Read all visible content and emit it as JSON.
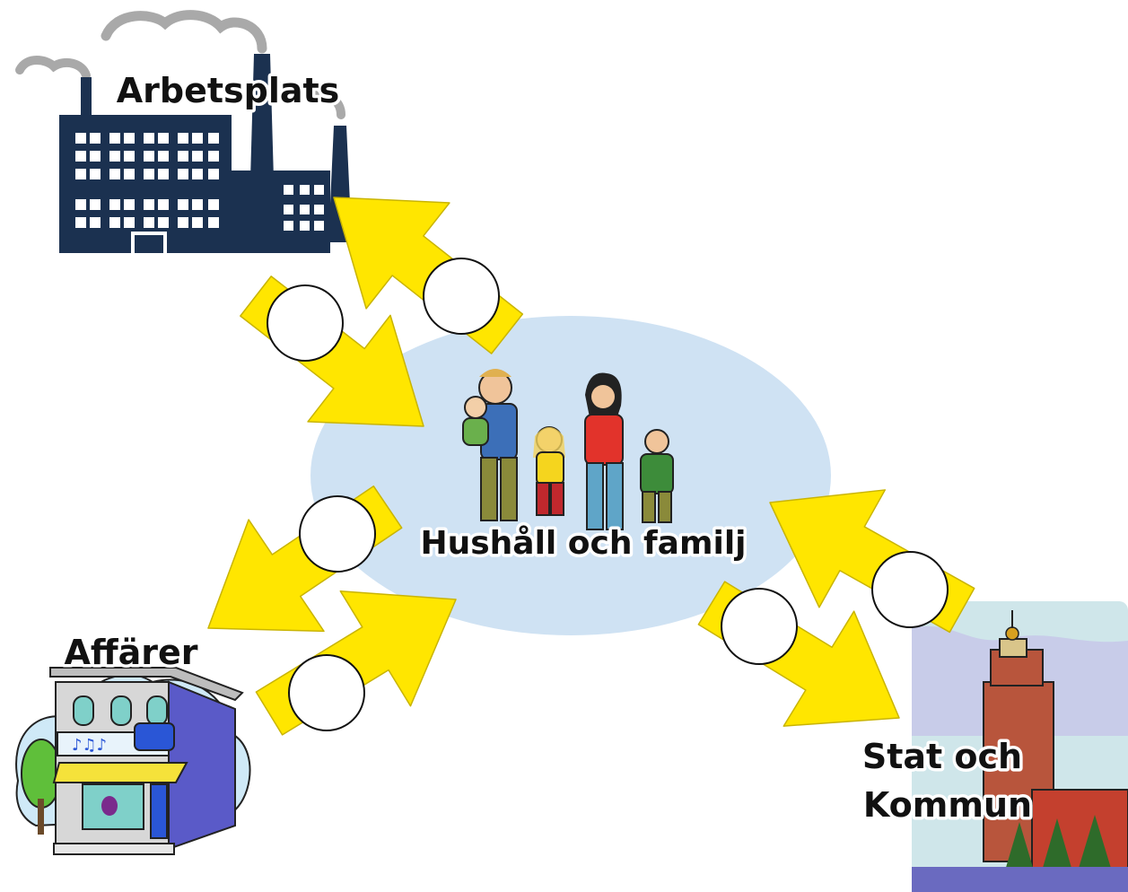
{
  "labels": {
    "workplace": "Arbetsplats",
    "household": "Hushåll och familj",
    "shops": "Affärer",
    "state_line1": "Stat och",
    "state_line2": "Kommun"
  },
  "colors": {
    "arrow_fill": "#ffe600",
    "household_oval": "#cfe2f3",
    "factory": "#1b3150",
    "smoke": "#a9a9a9",
    "circle_fill": "#ffffff"
  },
  "icons": {
    "workplace": "factory-icon",
    "household": "family-icon",
    "shops": "music-shop-icon",
    "state": "city-hall-icon"
  }
}
